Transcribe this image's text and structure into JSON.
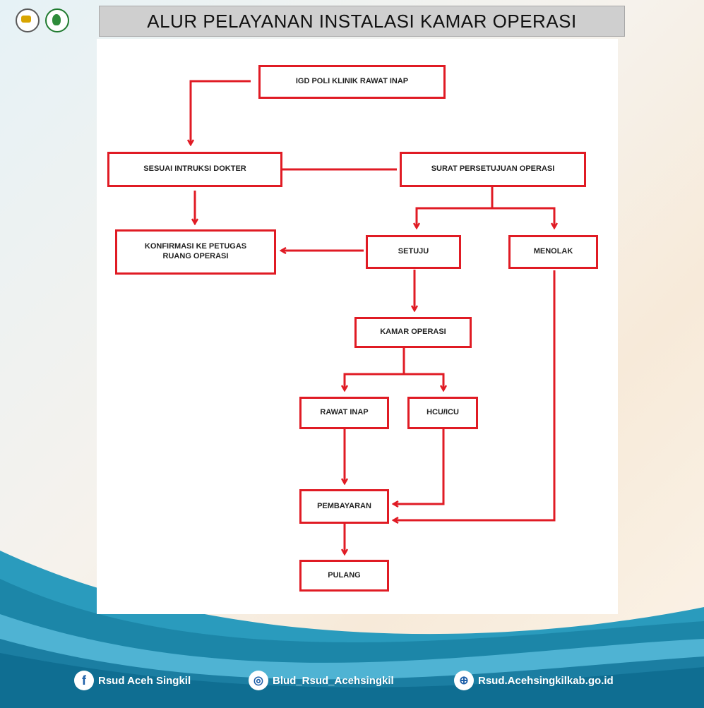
{
  "header": {
    "title": "ALUR PELAYANAN INSTALASI KAMAR OPERASI"
  },
  "flow": {
    "igd": "IGD POLI KLINIK RAWAT INAP",
    "instruksi": "SESUAI INTRUKSI DOKTER",
    "surat": "SURAT PERSETUJUAN OPERASI",
    "konfirmasi_1": "KONFIRMASI KE PETUGAS",
    "konfirmasi_2": "RUANG OPERASI",
    "setuju": "SETUJU",
    "menolak": "MENOLAK",
    "kamar": "KAMAR OPERASI",
    "rawat": "RAWAT INAP",
    "hcu": "HCU/ICU",
    "pembayaran": "PEMBAYARAN",
    "pulang": "PULANG"
  },
  "footer": {
    "facebook": "Rsud Aceh Singkil",
    "instagram": "Blud_Rsud_Acehsingkil",
    "website": "Rsud.Acehsingkilkab.go.id"
  },
  "colors": {
    "accent": "#e01b24",
    "wave": "#1a8fb0"
  },
  "icons": [
    "facebook-icon",
    "instagram-icon",
    "globe-icon"
  ]
}
